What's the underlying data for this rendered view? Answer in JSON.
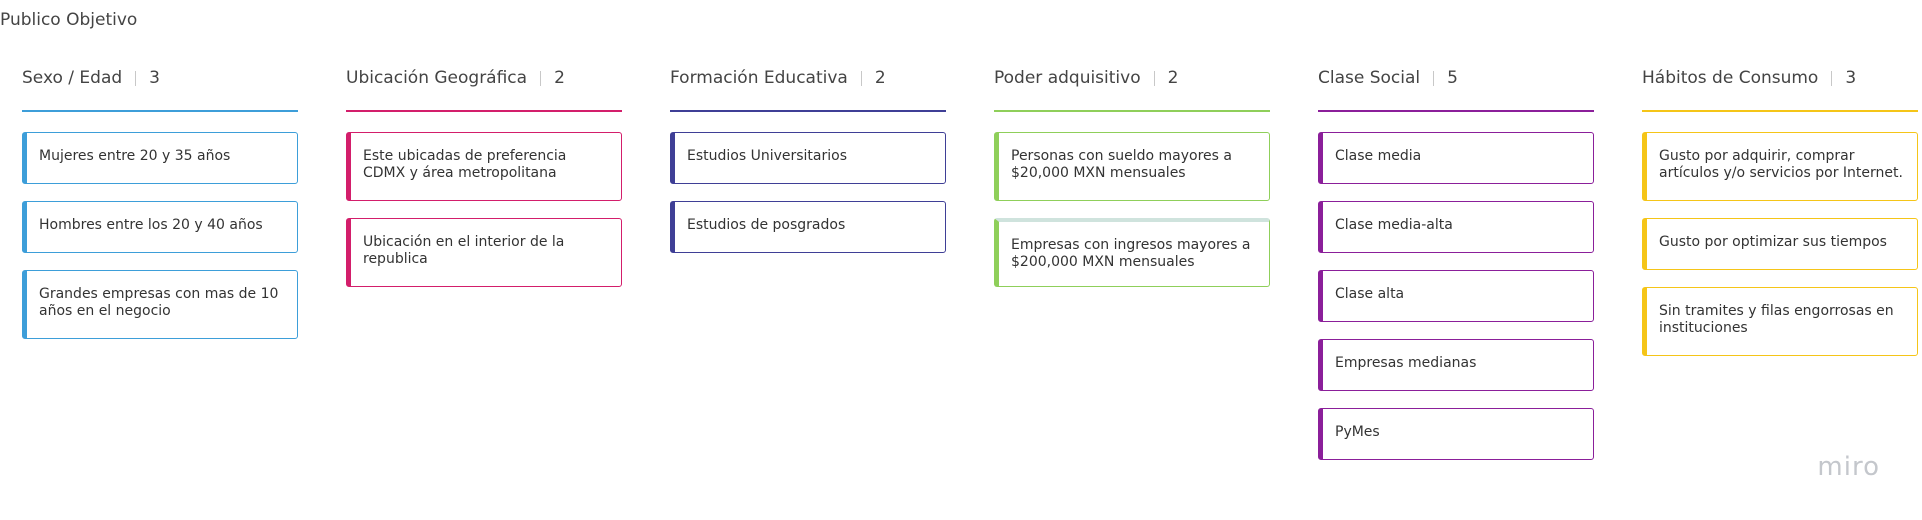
{
  "board_title": "Publico Objetivo",
  "columns": [
    {
      "title": "Sexo / Edad",
      "count": "3",
      "color": "#3d9ed9",
      "cards": [
        "Mujeres entre 20 y 35 años",
        "Hombres entre los 20 y 40 años",
        "Grandes empresas con mas de 10 años en el negocio"
      ]
    },
    {
      "title": "Ubicación Geográfica",
      "count": "2",
      "color": "#d31e6b",
      "cards": [
        "Este ubicadas de preferencia CDMX y área metropolitana",
        "Ubicación en el interior de la republica"
      ]
    },
    {
      "title": "Formación Educativa",
      "count": "2",
      "color": "#3f3f96",
      "cards": [
        "Estudios Universitarios",
        "Estudios de posgrados"
      ]
    },
    {
      "title": "Poder adquisitivo",
      "count": "2",
      "color": "#8fcf5a",
      "cards": [
        "Personas con sueldo mayores a $20,000 MXN mensuales",
        "Empresas con ingresos mayores a $200,000 MXN mensuales"
      ]
    },
    {
      "title": "Clase Social",
      "count": "5",
      "color": "#8b1f9a",
      "cards": [
        "Clase media",
        "Clase media-alta",
        "Clase alta",
        "Empresas medianas",
        "PyMes"
      ]
    },
    {
      "title": "Hábitos de Consumo",
      "count": "3",
      "color": "#f5c518",
      "cards": [
        "Gusto por adquirir, comprar artículos y/o servicios por Internet.",
        "Gusto por optimizar sus tiempos",
        "Sin tramites y filas engorrosas en instituciones"
      ]
    }
  ],
  "logo_text": "miro"
}
